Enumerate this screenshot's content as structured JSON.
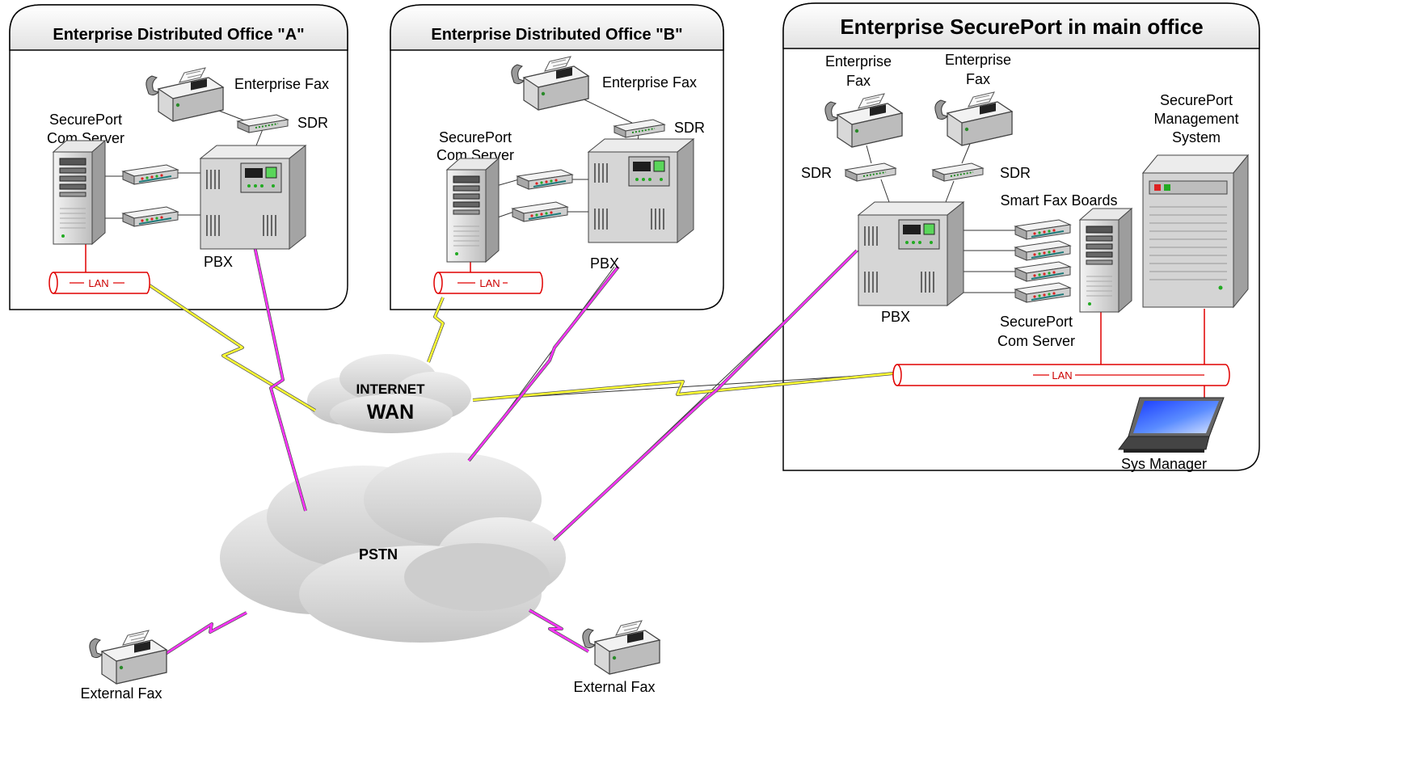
{
  "offices": {
    "a": {
      "title": "Enterprise Distributed Office \"A\"",
      "fax_label": "Enterprise Fax",
      "sdr_label": "SDR",
      "server_label": [
        "SecurePort",
        "Com Server"
      ],
      "pbx_label": "PBX",
      "lan_label": "LAN"
    },
    "b": {
      "title": "Enterprise Distributed Office \"B\"",
      "fax_label": "Enterprise Fax",
      "sdr_label": "SDR",
      "server_label": [
        "SecurePort",
        "Com Server"
      ],
      "pbx_label": "PBX",
      "lan_label": "LAN"
    },
    "main": {
      "title": "Enterprise SecurePort in main office",
      "fax1_label": [
        "Enterprise",
        "Fax"
      ],
      "fax2_label": [
        "Enterprise",
        "Fax"
      ],
      "sdr1_label": "SDR",
      "sdr2_label": "SDR",
      "mgmt_label": [
        "SecurePort",
        "Management",
        "System"
      ],
      "boards_label": "Smart Fax Boards",
      "pbx_label": "PBX",
      "server_label": [
        "SecurePort",
        "Com Server"
      ],
      "lan_label": "LAN",
      "laptop_label": "Sys Manager"
    }
  },
  "clouds": {
    "internet": [
      "INTERNET",
      "WAN"
    ],
    "pstn": "PSTN"
  },
  "external": {
    "fax1_label": "External Fax",
    "fax2_label": "External Fax"
  },
  "colors": {
    "internet_link": "#ffff33",
    "pstn_link": "#ff33ff",
    "lan": "#e00000",
    "box_border": "#000000"
  }
}
